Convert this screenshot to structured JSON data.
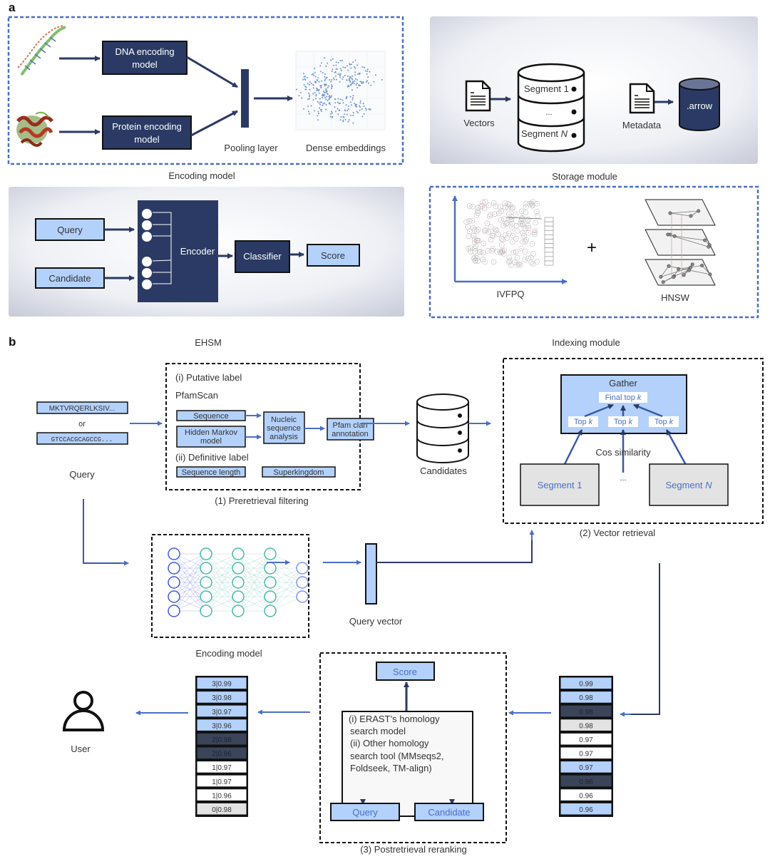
{
  "colors": {
    "navy": "#2a3a64",
    "light_blue": "#b3d1fb",
    "arrow_blue": "#4a6fc4",
    "dark_slate": "#3b4559",
    "light_gray": "#e3e3e3",
    "panel_gray": "#e6e9f0",
    "white": "#ffffff"
  },
  "panel_a": {
    "letter": "a",
    "encoding_model": {
      "caption": "Encoding model",
      "dna_icon": "dna-double-helix-icon",
      "protein_icon": "protein-structure-icon",
      "dna_box": [
        "DNA encoding",
        "model"
      ],
      "protein_box": [
        "Protein encoding",
        "model"
      ],
      "pooling_label": "Pooling layer",
      "embeddings_label": "Dense embeddings"
    },
    "storage_module": {
      "caption": "Storage module",
      "vectors_label": "Vectors",
      "segment_1": "Segment 1",
      "ellipsis": "...",
      "segment_n_prefix": "Segment ",
      "segment_n_var": "N",
      "metadata_label": "Metadata",
      "arrow_label": ".arrow"
    },
    "classifier": {
      "query": "Query",
      "candidate": "Candidate",
      "encoder": "Encoder",
      "classifier": "Classifier",
      "score": "Score"
    },
    "index": {
      "ivfpq_label": "IVFPQ",
      "plus": "+",
      "hnsw_label": "HNSW"
    }
  },
  "panel_b": {
    "letter": "b",
    "ehsm_title": "EHSM",
    "query": {
      "protein_seq": "MKTVRQERLKSIV...",
      "or": "or",
      "dna_seq": "GTCCACGCAGCCG...",
      "label": "Query"
    },
    "prefilter": {
      "caption": "(1) Preretrieval filtering",
      "putative": "(i) Putative label",
      "pfamscan": "PfamScan",
      "sequence": "Sequence",
      "hmm": [
        "Hidden Markov",
        "model"
      ],
      "nucleic": [
        "Nucleic",
        "sequence",
        "analysis"
      ],
      "pfam_clan": [
        "Pfam clan",
        "annotation"
      ],
      "definitive": "(ii)  Definitive label",
      "seq_length": "Sequence length",
      "superkingdom": "Superkingdom"
    },
    "candidates_label": "Candidates",
    "indexing": {
      "title": "Indexing module",
      "caption": "(2) Vector retrieval",
      "gather": "Gather",
      "final_top_prefix": "Final top ",
      "top_prefix": "Top ",
      "k": "k",
      "cos_similarity": "Cos similarity",
      "segment_1": "Segment 1",
      "ellipsis": "...",
      "segment_n_prefix": "Segment ",
      "segment_n_var": "N"
    },
    "encoding": {
      "caption": "Encoding model",
      "query_vector": "Query vector",
      "layers": [
        5,
        5,
        5,
        5,
        3
      ]
    },
    "rerank": {
      "caption": "(3) Postretrieval reranking",
      "score": "Score",
      "model_lines": [
        "(i)   ERAST’s homology",
        "search model",
        "(ii) Other homology",
        "search tool (MMseqs2,",
        "Foldseek, TM-align)"
      ],
      "query": "Query",
      "candidate": "Candidate"
    },
    "retrieved_list": [
      {
        "value": "0.99",
        "style": "light_blue"
      },
      {
        "value": "0.98",
        "style": "light_blue"
      },
      {
        "value": "0.98",
        "style": "dark_slate"
      },
      {
        "value": "0.98",
        "style": "light_gray"
      },
      {
        "value": "0.97",
        "style": "white"
      },
      {
        "value": "0.97",
        "style": "white"
      },
      {
        "value": "0.97",
        "style": "light_blue"
      },
      {
        "value": "0.96",
        "style": "dark_slate"
      },
      {
        "value": "0.96",
        "style": "white"
      },
      {
        "value": "0.96",
        "style": "light_blue"
      }
    ],
    "reranked_list": [
      {
        "value": "3|0.99",
        "style": "light_blue"
      },
      {
        "value": "3|0.98",
        "style": "light_blue"
      },
      {
        "value": "3|0.97",
        "style": "light_blue"
      },
      {
        "value": "3|0.96",
        "style": "light_blue"
      },
      {
        "value": "2|0.98",
        "style": "dark_slate"
      },
      {
        "value": "2|0.96",
        "style": "dark_slate"
      },
      {
        "value": "1|0.97",
        "style": "white"
      },
      {
        "value": "1|0.97",
        "style": "white"
      },
      {
        "value": "1|0.96",
        "style": "white"
      },
      {
        "value": "0|0.98",
        "style": "light_gray"
      }
    ],
    "user_label": "User"
  }
}
